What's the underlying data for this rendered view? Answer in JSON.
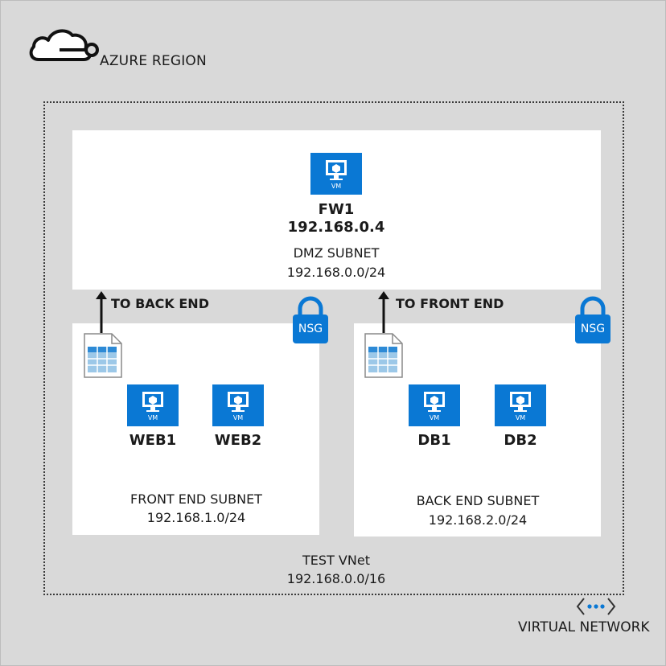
{
  "region": {
    "label": "AZURE REGION",
    "icon": "cloud-icon"
  },
  "vnet": {
    "name": "TEST VNet",
    "cidr": "192.168.0.0/16",
    "label": "VIRTUAL NETWORK",
    "icon": "virtual-network-icon"
  },
  "dmz": {
    "name": "DMZ SUBNET",
    "cidr": "192.168.0.0/24",
    "firewall": {
      "name": "FW1",
      "ip": "192.168.0.4",
      "badge": "VM"
    }
  },
  "front_end": {
    "name": "FRONT END SUBNET",
    "cidr": "192.168.1.0/24",
    "nsg": "NSG",
    "route_label": "TO BACK END",
    "vms": [
      {
        "name": "WEB1",
        "badge": "VM"
      },
      {
        "name": "WEB2",
        "badge": "VM"
      }
    ]
  },
  "back_end": {
    "name": "BACK END SUBNET",
    "cidr": "192.168.2.0/24",
    "nsg": "NSG",
    "route_label": "TO FRONT END",
    "vms": [
      {
        "name": "DB1",
        "badge": "VM"
      },
      {
        "name": "DB2",
        "badge": "VM"
      }
    ]
  },
  "colors": {
    "azure_blue": "#0a78d4",
    "background": "#d9d9d9",
    "subnet": "#ffffff"
  }
}
